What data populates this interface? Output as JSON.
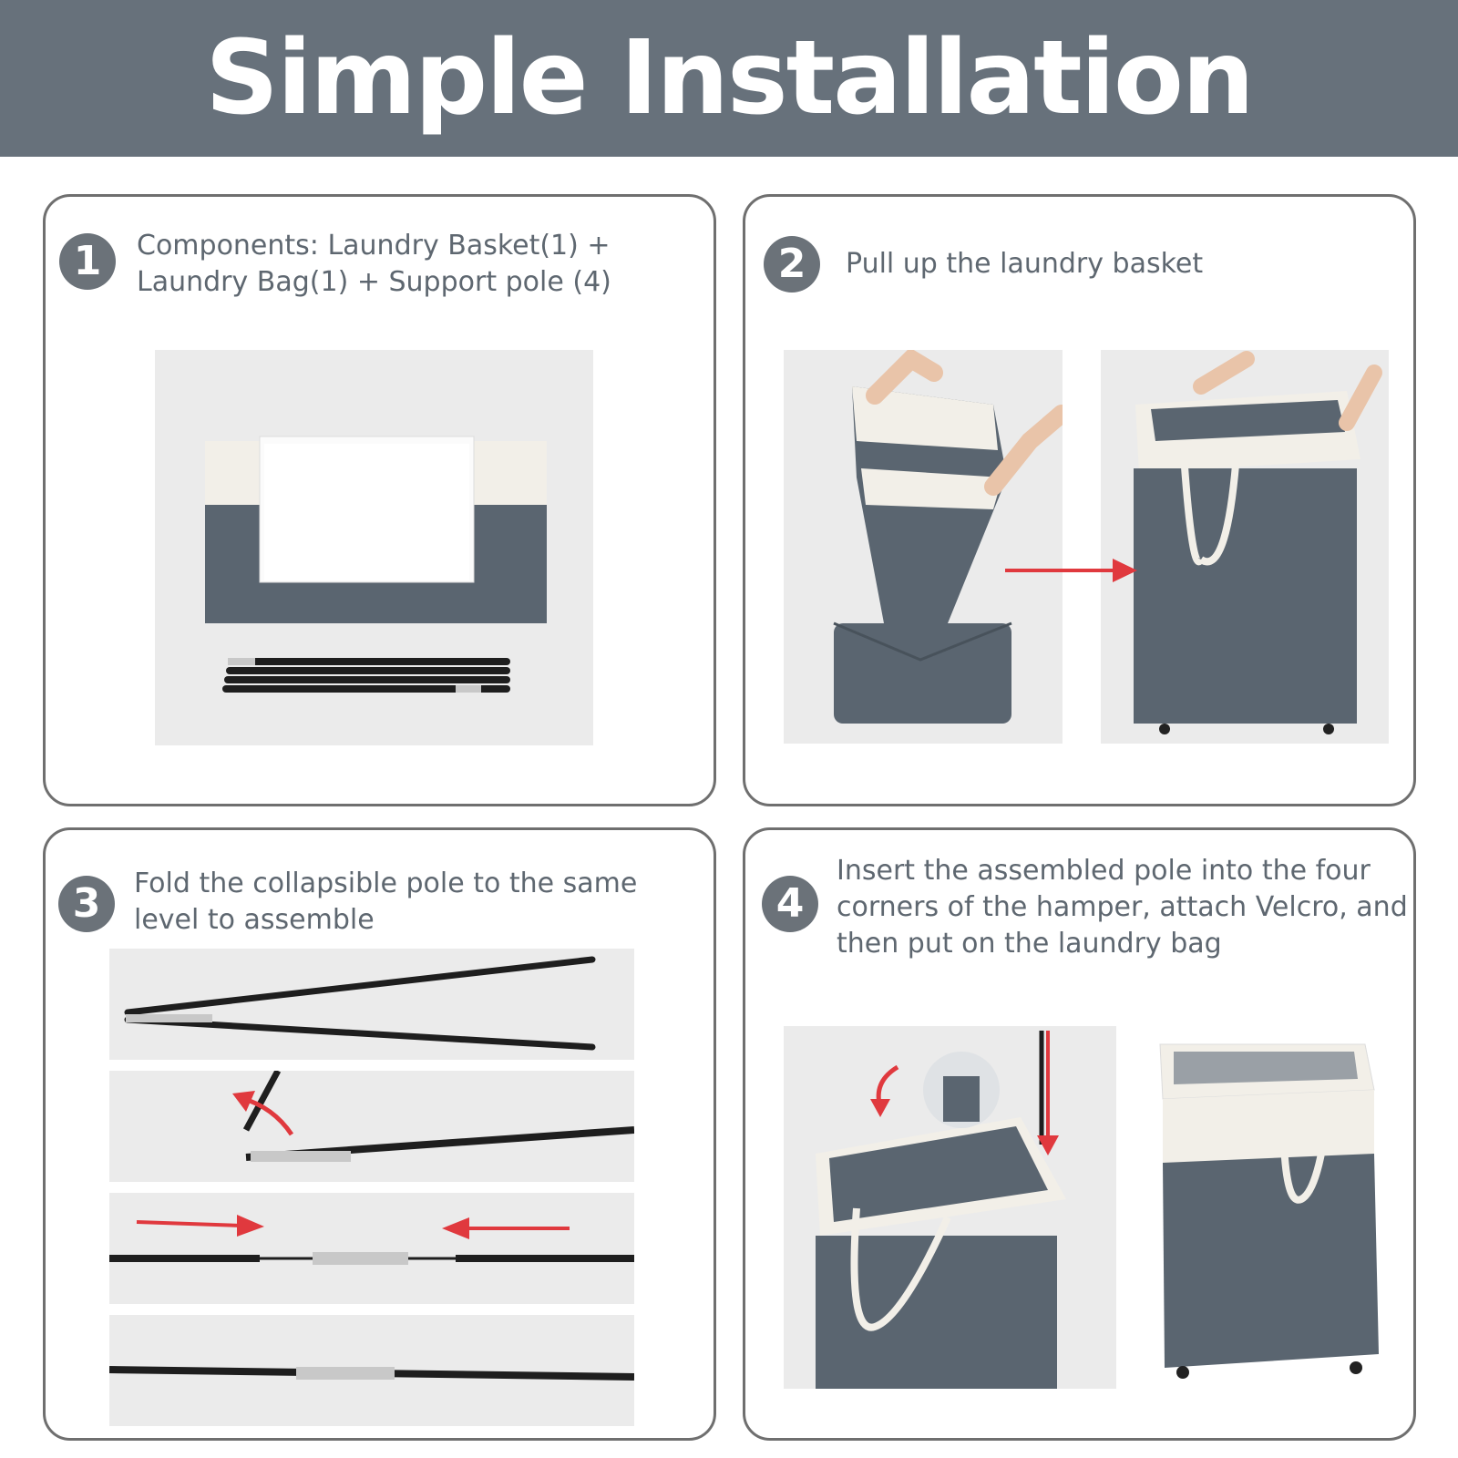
{
  "header": {
    "title": "Simple Installation Process"
  },
  "colors": {
    "banner": "#67717b",
    "hamper_gray": "#5a6570",
    "hamper_cream": "#f2efe8",
    "arrow_red": "#e0393e",
    "step_badge": "#6b7279"
  },
  "steps": [
    {
      "number": "1",
      "caption_lines": [
        "Components: Laundry Basket(1) +",
        "Laundry Bag(1) + Support pole (4)"
      ]
    },
    {
      "number": "2",
      "caption_lines": [
        "Pull up the laundry basket"
      ]
    },
    {
      "number": "3",
      "caption_lines": [
        "Fold the collapsible pole to the same",
        "level to assemble"
      ]
    },
    {
      "number": "4",
      "caption_lines": [
        "Insert the assembled pole into the four",
        "corners of the hamper, attach Velcro, and",
        "then put on the laundry bag"
      ]
    }
  ]
}
